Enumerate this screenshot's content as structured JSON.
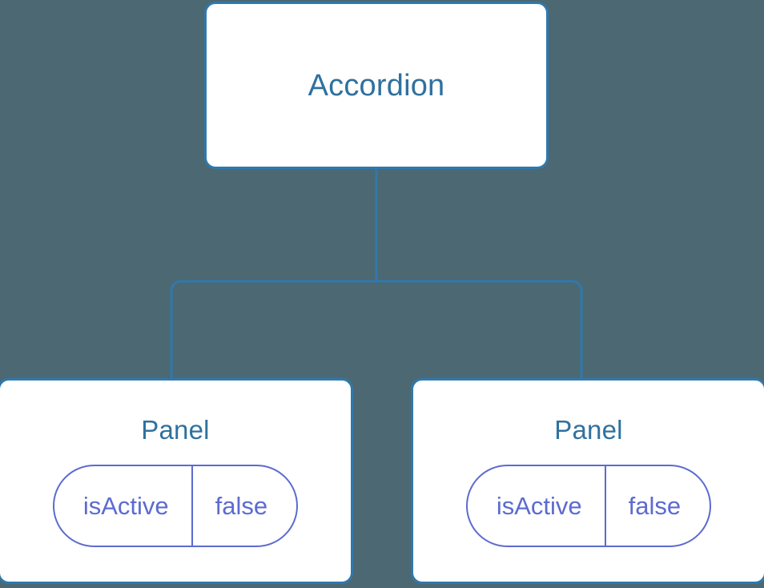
{
  "diagram": {
    "type": "component-tree",
    "background_color": "#4c6872",
    "node_border_color": "#2f79ad",
    "node_title_color": "#2f719f",
    "pill_color": "#5c6bd0",
    "connector_color": "#2f79ad",
    "root": {
      "title": "Accordion"
    },
    "children": [
      {
        "title": "Panel",
        "state": {
          "key": "isActive",
          "value": "false"
        }
      },
      {
        "title": "Panel",
        "state": {
          "key": "isActive",
          "value": "false"
        }
      }
    ]
  }
}
